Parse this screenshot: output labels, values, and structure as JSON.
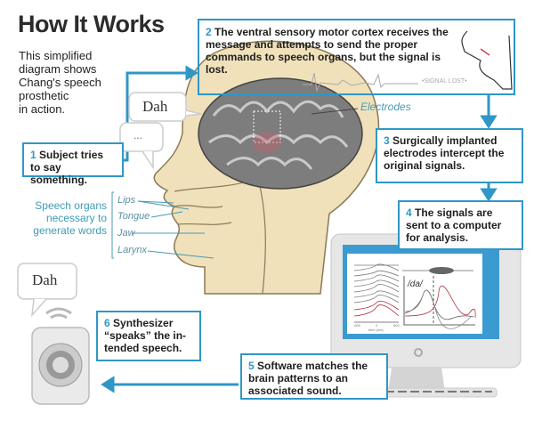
{
  "title": "How It Works",
  "intro": [
    "This simplified",
    "diagram shows",
    "Chang's speech",
    "prosthetic",
    "in action."
  ],
  "steps": [
    {
      "num": "1",
      "text": "Subject tries to say something."
    },
    {
      "num": "2",
      "text": "The ventral sensory motor cortex receives the message and attempts to send the proper commands to speech organs, but the signal is lost."
    },
    {
      "num": "3",
      "text": "Surgically implanted electrodes intercept the original signals."
    },
    {
      "num": "4",
      "text": "The signals are sent to a computer for analysis."
    },
    {
      "num": "5",
      "text": "Software matches the brain patterns to an associated sound."
    },
    {
      "num": "6",
      "text": "Synthesizer “speaks” the in-tended speech."
    }
  ],
  "signal_lost": "•SIGNAL LOST•",
  "electrodes_label": "Electrodes",
  "thought_bubble": "Dah",
  "speech_bubble_dots": "...",
  "speaker_bubble": "Dah",
  "organs": {
    "heading": "Speech organs necessary to generate words",
    "labels": [
      "Lips",
      "Tongue",
      "Jaw",
      "Larynx"
    ]
  },
  "monitor": {
    "plot_label": "/da/",
    "x_ticks": [
      "-500",
      "0",
      "500"
    ],
    "x_label": "time (ms)"
  },
  "colors": {
    "accent": "#2f97c6",
    "teal_text": "#4a9ab3",
    "head": "#f0e1bb",
    "screen": "#3b9bd0"
  }
}
